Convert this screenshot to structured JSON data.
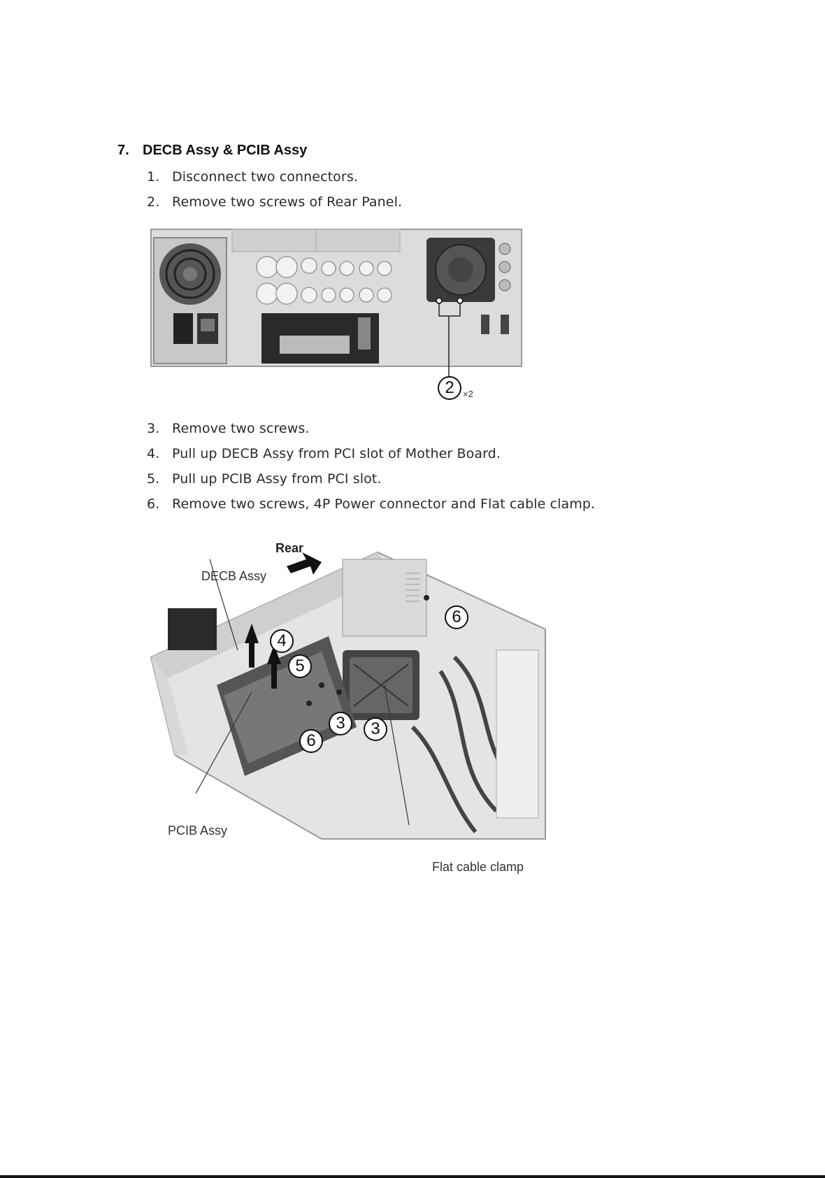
{
  "section": {
    "number": "7.",
    "title": "DECB Assy & PCIB Assy"
  },
  "steps_top": [
    {
      "num": "1.",
      "text": "Disconnect two connectors."
    },
    {
      "num": "2.",
      "text": "Remove two screws of Rear Panel."
    }
  ],
  "figure1": {
    "callout_num": "2",
    "callout_mult": "×2"
  },
  "steps_bottom": [
    {
      "num": "3.",
      "text": "Remove two screws."
    },
    {
      "num": "4.",
      "text": "Pull up DECB Assy from PCI slot of Mother Board."
    },
    {
      "num": "5.",
      "text": "Pull up PCIB Assy from PCI slot."
    },
    {
      "num": "6.",
      "text": "Remove two screws, 4P Power connector and Flat cable clamp."
    }
  ],
  "figure2": {
    "label_rear": "Rear",
    "label_decb": "DECB Assy",
    "label_pcib": "PCIB Assy",
    "label_clamp": "Flat cable clamp",
    "callout_4": "4",
    "callout_5": "5",
    "callout_3a": "3",
    "callout_3b": "3",
    "callout_6a": "6",
    "callout_6b": "6"
  }
}
